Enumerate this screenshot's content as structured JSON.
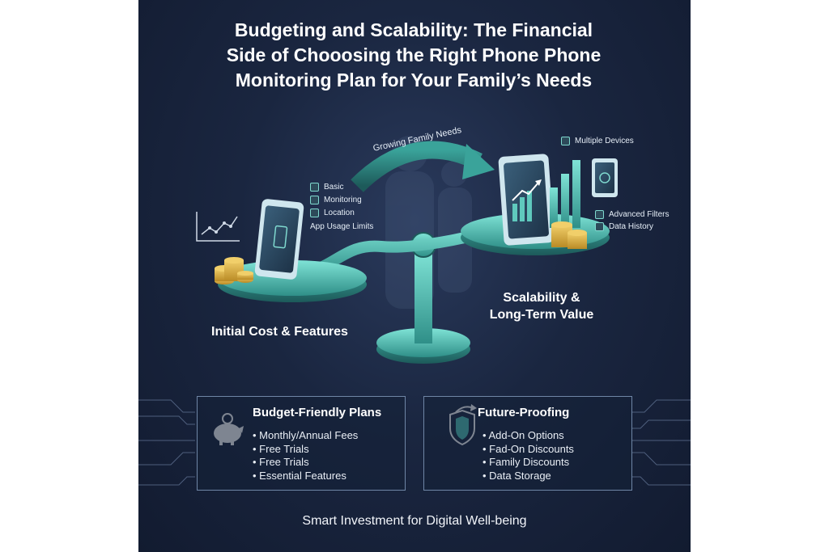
{
  "title": {
    "line1": "Budgeting and Scalability: The Financial",
    "line2": "Side of Chooosing the Right Phone Phone",
    "line3": "Monitoring Plan for Your Family’s Needs"
  },
  "arrow_label": "Growing Family Needs",
  "left_features": [
    "Basic",
    "Monitoring",
    "Location",
    "App Usage Limits"
  ],
  "left_caption": "Initial Cost & Features",
  "right_features": {
    "top": "Multiple Devices",
    "filters": "Advanced Filters",
    "history": "Data History"
  },
  "right_caption": {
    "line1": "Scalability &",
    "line2": "Long-Term Value"
  },
  "panels": {
    "budget": {
      "title": "Budget-Friendly Plans",
      "items": [
        "Monthly/Annual Fees",
        "Free Trials",
        "Free Trials",
        "Essential Features"
      ]
    },
    "future": {
      "title": "Future-Proofing",
      "items": [
        "Add-On Options",
        "Fad-On Discounts",
        "Family Discounts",
        "Data Storage"
      ]
    }
  },
  "footer": "Smart Investment for Digital Well-being",
  "colors": {
    "background": "#1a2640",
    "accent_teal": "#4fc2b5",
    "coin_gold": "#d9a93a",
    "panel_border": "#6f86a6"
  },
  "icons": [
    "trend-chart-icon",
    "phone-icon",
    "tablet-icon",
    "piggy-bank-icon",
    "shield-icon",
    "curved-arrow-icon"
  ]
}
